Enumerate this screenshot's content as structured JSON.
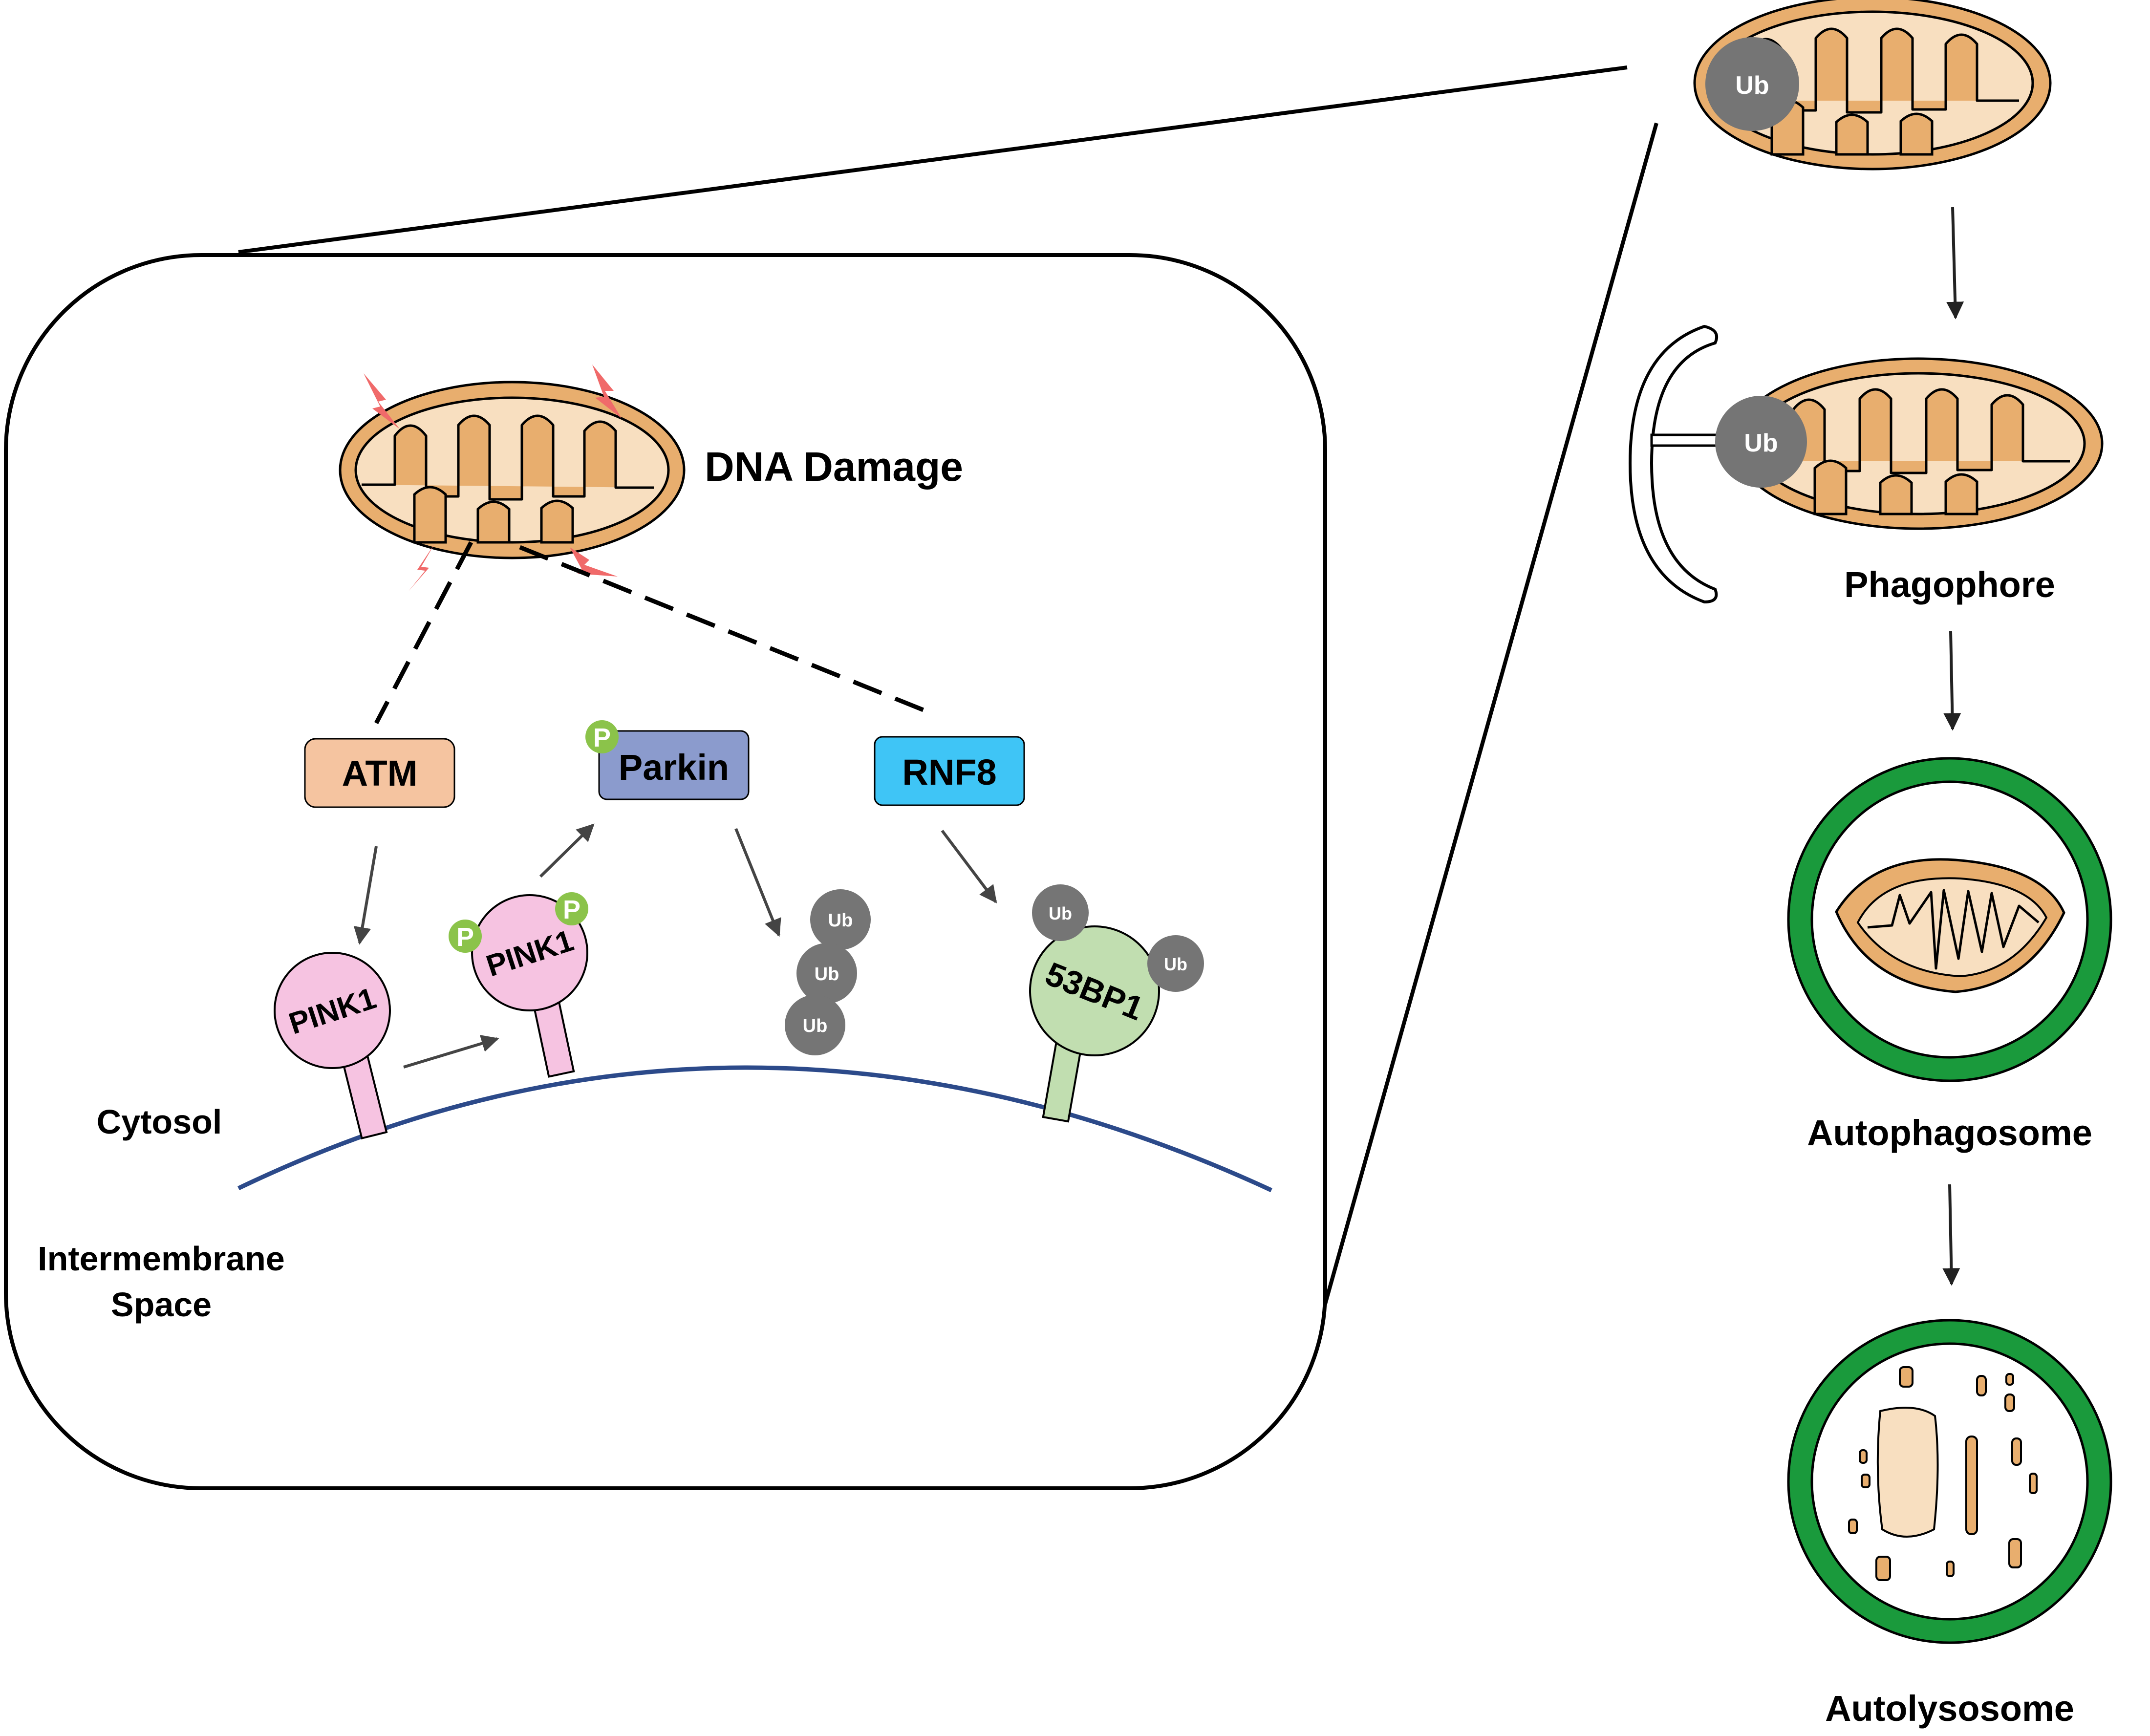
{
  "labels": {
    "dna_damage": "DNA Damage",
    "atm": "ATM",
    "parkin": "Parkin",
    "rnf8": "RNF8",
    "pink1": "PINK1",
    "bp53": "53BP1",
    "ub": "Ub",
    "p": "P",
    "cytosol": "Cytosol",
    "intermembrane_line1": "Intermembrane",
    "intermembrane_line2": "Space",
    "phagophore": "Phagophore",
    "autophagosome": "Autophagosome",
    "autolysosome": "Autolysosome"
  },
  "colors": {
    "mito_outer": "#e8ae6e",
    "mito_inner": "#f8dfc0",
    "lightning": "#f06a6a",
    "atm_fill": "#f5c4a0",
    "parkin_fill": "#8b9bcd",
    "rnf8_fill": "#3fc5f6",
    "pink1_fill": "#f6c3e1",
    "bp53_fill": "#c1deb0",
    "ub_fill": "#757575",
    "p_fill": "#8bc34a",
    "membrane": "#2c4a8a",
    "autophagosome_ring": "#1a9a3c"
  }
}
